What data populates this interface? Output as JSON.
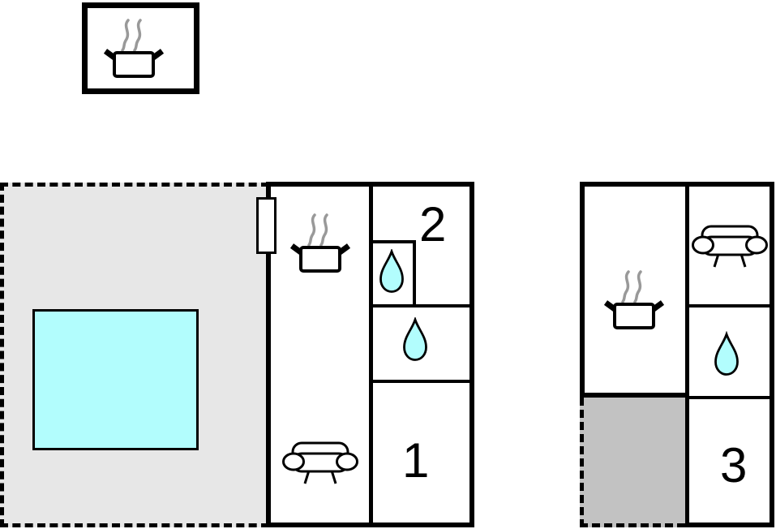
{
  "floorplan": {
    "colors": {
      "wall": "#000000",
      "water": "#b2fdfd",
      "terrace_light": "#e7e7e7",
      "terrace_dark": "#c2c2c2",
      "steam": "#999999",
      "background": "#ffffff"
    },
    "annex": {
      "icon": "cooking-pot-icon"
    },
    "open_terrace": {
      "style": "dashed-outline"
    },
    "pool": {
      "color": "#b2fdfd"
    },
    "main_house": {
      "kitchen_living": {
        "icons": [
          "cooking-pot-icon",
          "sofa-icon"
        ]
      },
      "bathroom": {
        "icon": "water-drop-icon"
      },
      "shower_room": {
        "icon": "water-drop-icon"
      },
      "bedroom_2": {
        "label": "2"
      },
      "bedroom_1": {
        "label": "1"
      }
    },
    "guest_house": {
      "kitchen": {
        "icon": "cooking-pot-icon"
      },
      "living_room": {
        "icon": "sofa-icon"
      },
      "shower_room": {
        "icon": "water-drop-icon"
      },
      "bedroom_3": {
        "label": "3"
      },
      "covered_terrace": {
        "style": "dashed-outline-gray"
      }
    }
  }
}
